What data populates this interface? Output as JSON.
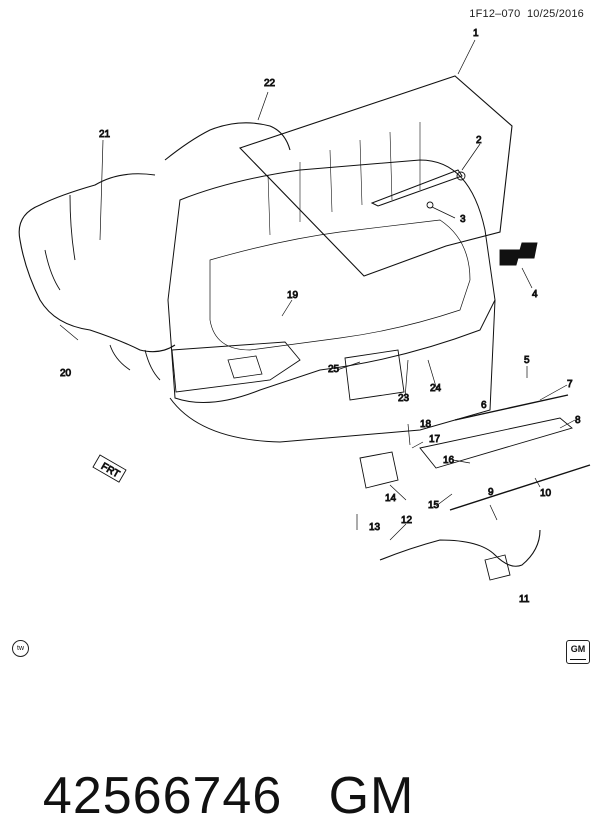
{
  "header": {
    "code": "1F12–070",
    "date": "10/25/2016"
  },
  "callouts": [
    "1",
    "2",
    "3",
    "4",
    "5",
    "6",
    "7",
    "8",
    "9",
    "10",
    "11",
    "12",
    "13",
    "14",
    "15",
    "16",
    "17",
    "18",
    "19",
    "20",
    "21",
    "22",
    "23",
    "24",
    "25"
  ],
  "direction_label": "FRT",
  "footer": {
    "part_number": "42566746",
    "brand": "GM"
  },
  "logos": {
    "bottom_left": "tw",
    "bottom_right": "GM"
  },
  "colors": {
    "line": "#111111",
    "highlight_callout": "#c0304a",
    "background": "#ffffff"
  }
}
